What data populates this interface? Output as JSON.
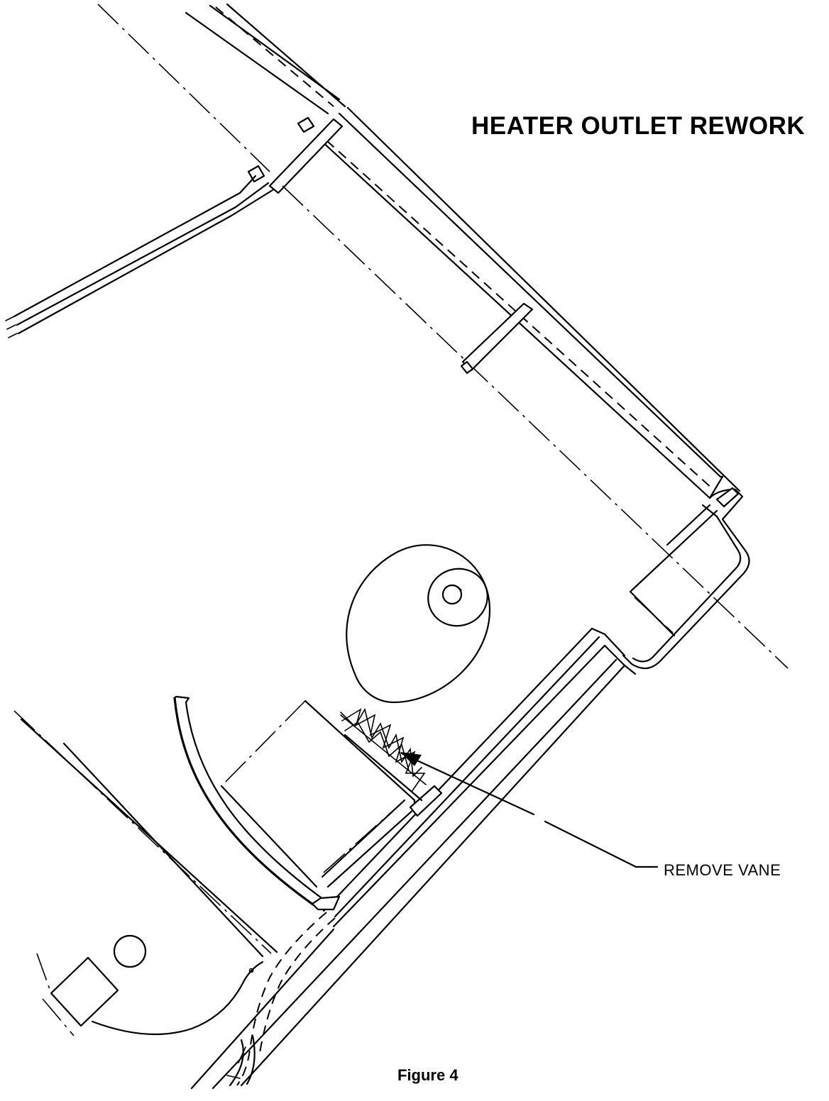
{
  "title": "HEATER OUTLET REWORK",
  "callout": "REMOVE VANE",
  "caption": "Figure 4",
  "colors": {
    "line": "#000000",
    "background": "#ffffff"
  }
}
